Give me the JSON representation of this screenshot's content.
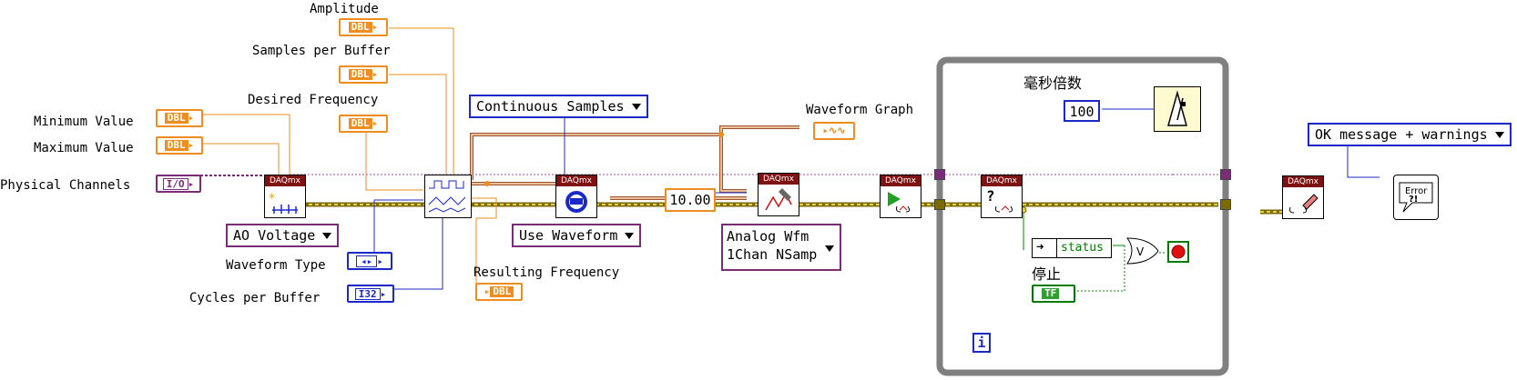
{
  "labels": {
    "amplitude": "Amplitude",
    "samples_per_buffer": "Samples per Buffer",
    "desired_frequency": "Desired Frequency",
    "minimum_value": "Minimum Value",
    "maximum_value": "Maximum Value",
    "physical_channels": "Physical Channels",
    "waveform_type": "Waveform Type",
    "cycles_per_buffer": "Cycles per Buffer",
    "resulting_frequency": "Resulting Frequency",
    "waveform_graph": "Waveform Graph",
    "ms_multiple": "毫秒倍数",
    "stop": "停止",
    "status": "status"
  },
  "terminals": {
    "dbl": "DBL",
    "io": "I/O",
    "i32": "I32",
    "tf": "TF"
  },
  "rings": {
    "continuous_samples": "Continuous Samples",
    "ao_voltage": "AO Voltage",
    "use_waveform": "Use Waveform",
    "analog_wfm_line1": "Analog Wfm",
    "analog_wfm_line2": "1Chan NSamp",
    "ok_message": "OK message + warnings"
  },
  "constants": {
    "rate": "10.00",
    "ms": "100"
  },
  "vi_header": "DAQmx",
  "loop_index": "i",
  "colors": {
    "dbl": "#ef8d1e",
    "io": "#7a2c7a",
    "int": "#1b28c8",
    "bool": "#007a00",
    "error": "#b8a400",
    "vi_header": "#7e1212",
    "loop": "#808080"
  }
}
